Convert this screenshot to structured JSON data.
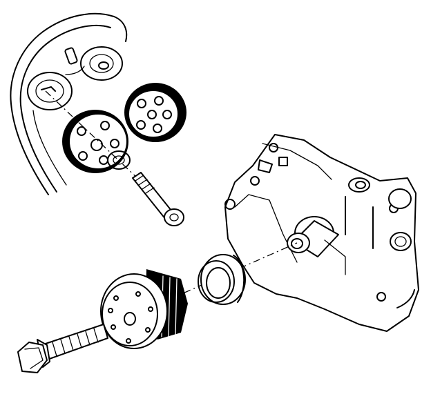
{
  "figure": {
    "kind": "exploded technical line drawing",
    "labels": [],
    "colors": {
      "line": "#000000",
      "background": "#ffffff"
    },
    "parts": [
      "timing-belt-cover",
      "camshaft-sprocket-exhaust",
      "camshaft-sprocket-intake",
      "sprocket-washer",
      "sprocket-bolt",
      "oil-pump-housing",
      "front-seal",
      "crankshaft-sprocket",
      "crankshaft-bolt"
    ]
  }
}
